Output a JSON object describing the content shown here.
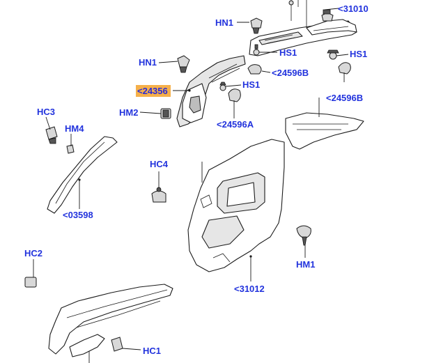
{
  "callouts": {
    "hn1_top": "HN1",
    "hn1_mid": "HN1",
    "hs1_top": "HS1",
    "hs1_right": "HS1",
    "hs1_mid": "HS1",
    "p31010": "<31010",
    "p24596b_mid": "<24596B",
    "p24596b_right": "<24596B",
    "p24356": "<24356",
    "hc3": "HC3",
    "hm4": "HM4",
    "hm2": "HM2",
    "p24596a": "<24596A",
    "hc4": "HC4",
    "p03598": "<03598",
    "hm1": "HM1",
    "hc2": "HC2",
    "p31012": "<31012",
    "hc1": "HC1"
  },
  "highlight_color": "#f5b04a",
  "label_color": "#2233dd"
}
